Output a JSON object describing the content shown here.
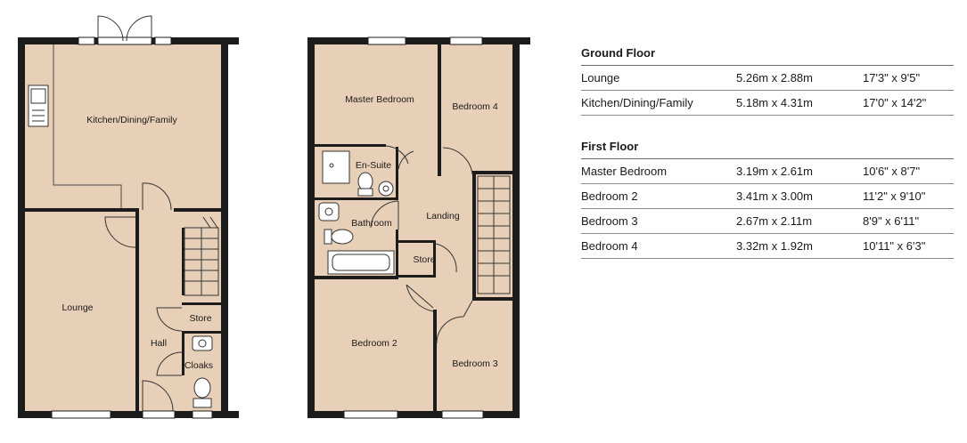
{
  "colors": {
    "room_fill": "#e8cfb8",
    "wall": "#1c1c1c",
    "rule": "#8a8a8a"
  },
  "plan_labels": {
    "ground": {
      "kitchen": "Kitchen/Dining/Family",
      "lounge": "Lounge",
      "store": "Store",
      "hall": "Hall",
      "cloaks": "Cloaks"
    },
    "first": {
      "master": "Master Bedroom",
      "bedroom4": "Bedroom 4",
      "ensuite": "En-Suite",
      "bathroom": "Bathroom",
      "landing": "Landing",
      "store": "Store",
      "bedroom2": "Bedroom 2",
      "bedroom3": "Bedroom 3"
    }
  },
  "schedule": {
    "ground": {
      "title": "Ground Floor",
      "rows": [
        {
          "room": "Lounge",
          "metric": "5.26m x 2.88m",
          "imperial": "17'3\" x 9'5\""
        },
        {
          "room": "Kitchen/Dining/Family",
          "metric": "5.18m x 4.31m",
          "imperial": "17'0\" x 14'2\""
        }
      ]
    },
    "first": {
      "title": "First Floor",
      "rows": [
        {
          "room": "Master Bedroom",
          "metric": "3.19m x 2.61m",
          "imperial": "10'6\" x 8'7\""
        },
        {
          "room": "Bedroom 2",
          "metric": "3.41m x 3.00m",
          "imperial": "11'2\" x 9'10\""
        },
        {
          "room": "Bedroom 3",
          "metric": "2.67m x 2.11m",
          "imperial": "8'9\" x 6'11\""
        },
        {
          "room": "Bedroom 4",
          "metric": "3.32m x 1.92m",
          "imperial": "10'11\" x 6'3\""
        }
      ]
    }
  }
}
